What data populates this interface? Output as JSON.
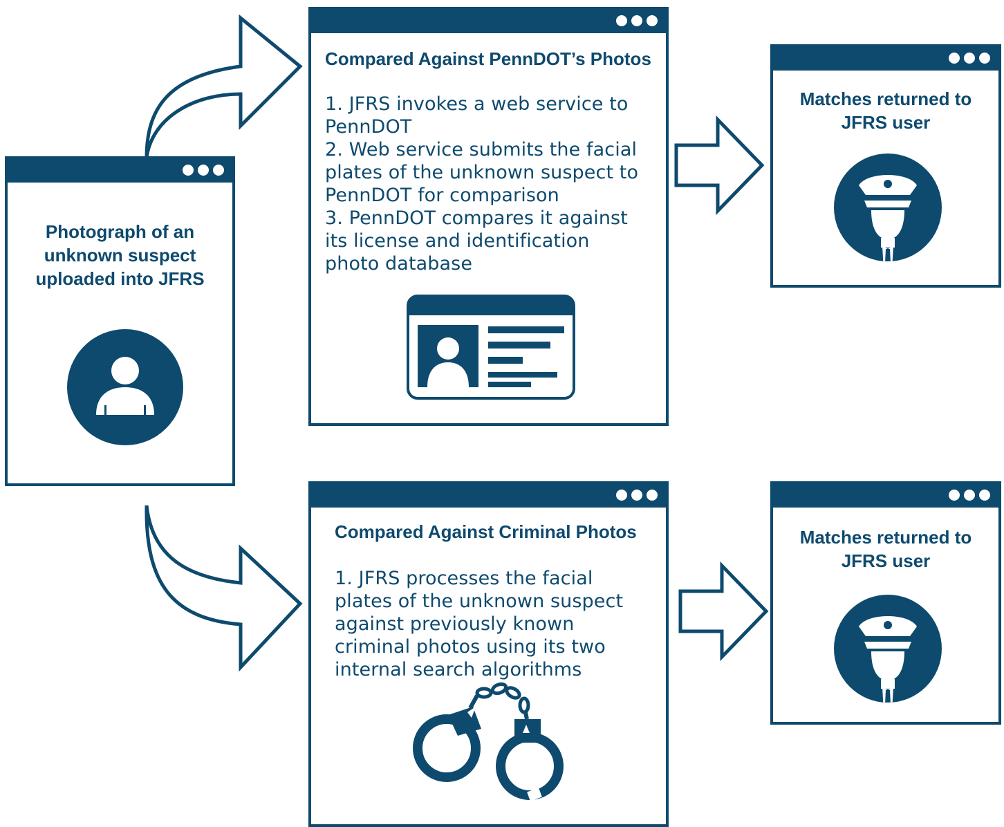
{
  "colors": {
    "primary": "#0e4a6e",
    "background": "#ffffff"
  },
  "upload_window": {
    "title_lines": [
      "Photograph of an",
      "unknown suspect",
      "uploaded into JFRS"
    ],
    "icon": "person-avatar-icon"
  },
  "penndot_window": {
    "title": "Compared Against PennDOT’s Photos",
    "steps": [
      "1. JFRS invokes a web service to PennDOT",
      "2. Web service submits the facial plates of the unknown suspect to PennDOT for comparison",
      "3. PennDOT compares it against its license and identification photo database"
    ],
    "icon": "id-card-icon"
  },
  "criminal_window": {
    "title": "Compared Against Criminal Photos",
    "steps": [
      "1. JFRS processes the facial plates of the unknown suspect against previously known criminal photos using its two internal search algorithms"
    ],
    "icon": "handcuffs-icon"
  },
  "result_top": {
    "title_lines": [
      "Matches returned to",
      "JFRS user"
    ],
    "icon": "police-officer-icon"
  },
  "result_bottom": {
    "title_lines": [
      "Matches returned to",
      "JFRS user"
    ],
    "icon": "police-officer-icon"
  }
}
